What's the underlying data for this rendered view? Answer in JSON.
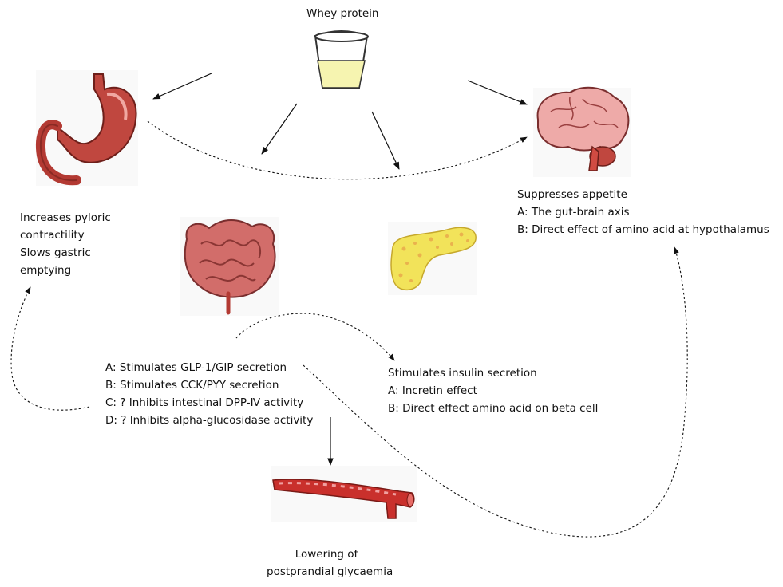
{
  "title": "Whey protein",
  "stomach": {
    "effects": [
      "Increases pyloric",
      "contractility",
      "Slows gastric",
      "emptying"
    ]
  },
  "brain": {
    "heading": "Suppresses appetite",
    "items": [
      "A: The gut-brain axis",
      "B: Direct effect of amino acid  at hypothalamus"
    ]
  },
  "gut": {
    "items": [
      "A: Stimulates GLP-1/GIP secretion",
      "B: Stimulates CCK/PYY secretion",
      "C: ? Inhibits intestinal DPP-Ⅳ activity",
      "D: ? Inhibits alpha-glucosidase activity"
    ]
  },
  "pancreas": {
    "heading": "Stimulates insulin secretion",
    "items": [
      "A: Incretin effect",
      "B: Direct effect amino acid on beta cell"
    ]
  },
  "outcome": {
    "lines": [
      "Lowering of",
      "postprandial glycaemia"
    ]
  },
  "colors": {
    "text": "#111111",
    "arrow": "#111111",
    "organ_red": "#c0473f",
    "brain_pink": "#eeaaa8",
    "pancreas_yellow": "#f2e35a",
    "liquid_yellow": "#f6f4b0"
  },
  "icons": [
    "cup-icon",
    "stomach-icon",
    "brain-icon",
    "intestine-icon",
    "pancreas-icon",
    "blood-vessel-icon"
  ]
}
